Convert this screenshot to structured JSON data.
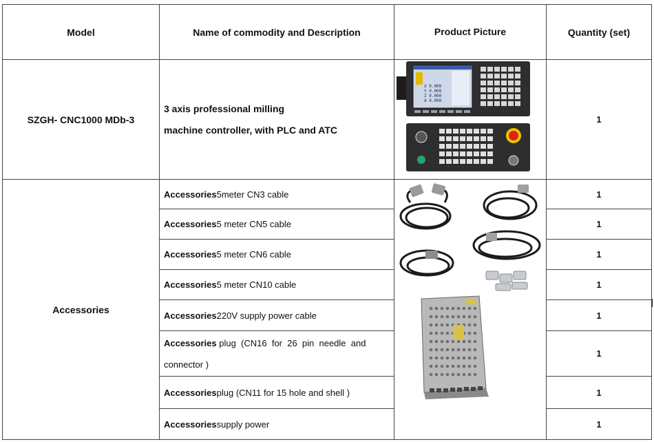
{
  "header": {
    "model": "Model",
    "description": "Name of commodity and Description",
    "picture": "Product Picture",
    "quantity": "Quantity (set)"
  },
  "main_product": {
    "model": "SZGH- CNC1000 MDb-3",
    "description_line1": "3 axis professional milling",
    "description_line2": "machine controller, with PLC and ATC",
    "quantity": "1",
    "screen_readout": [
      "X  0.000",
      "Y  0.000",
      "Z  0.000",
      "A  0.000"
    ]
  },
  "accessories": {
    "model": "Accessories",
    "items": [
      {
        "prefix": "Accessories",
        "text": " 5meter CN3 cable",
        "quantity": "1"
      },
      {
        "prefix": "Accessories",
        "text": " 5 meter CN5 cable",
        "quantity": "1"
      },
      {
        "prefix": "Accessories",
        "text": " 5 meter CN6 cable",
        "quantity": "1"
      },
      {
        "prefix": "Accessories",
        "text": " 5 meter CN10 cable",
        "quantity": "1"
      },
      {
        "prefix": "Accessories",
        "text": " 220V supply power cable",
        "quantity": "1"
      },
      {
        "prefix": "Accessories",
        "text": " plug  (CN16  for  26  pin  needle  and",
        "text2": "connector )",
        "quantity": "1"
      },
      {
        "prefix": "Accessories",
        "text": " plug (CN11 for 15 hole and shell )",
        "quantity": "1"
      },
      {
        "prefix": "Accessories",
        "text": " supply power",
        "quantity": "1"
      }
    ]
  },
  "colors": {
    "border": "#444444",
    "panel": "#2b2b2b",
    "screen": "#cfd8e6",
    "estop": "#e0201b",
    "power_supply": "#b9b9b9"
  }
}
